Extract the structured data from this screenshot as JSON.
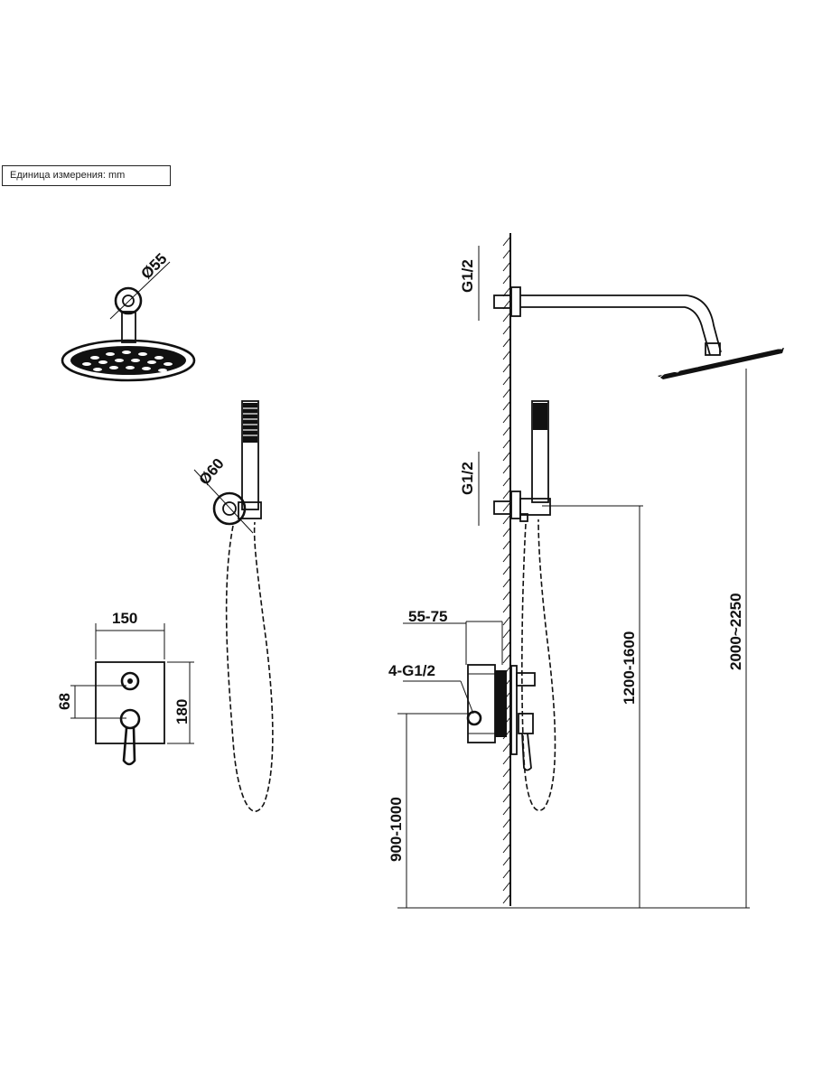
{
  "unit_note": "Единица измерения: mm",
  "dimensions": {
    "head_diameter": "Ø55",
    "hand_diameter": "Ø60",
    "plate_width": "150",
    "plate_height": "180",
    "handle_spacing": "68",
    "top_thread": "G1/2",
    "mid_thread": "G1/2",
    "wall_depth": "55-75",
    "inlets": "4-G1/2",
    "mixer_height": "900-1000",
    "hand_height": "1200-1600",
    "head_height": "2000~2250"
  }
}
